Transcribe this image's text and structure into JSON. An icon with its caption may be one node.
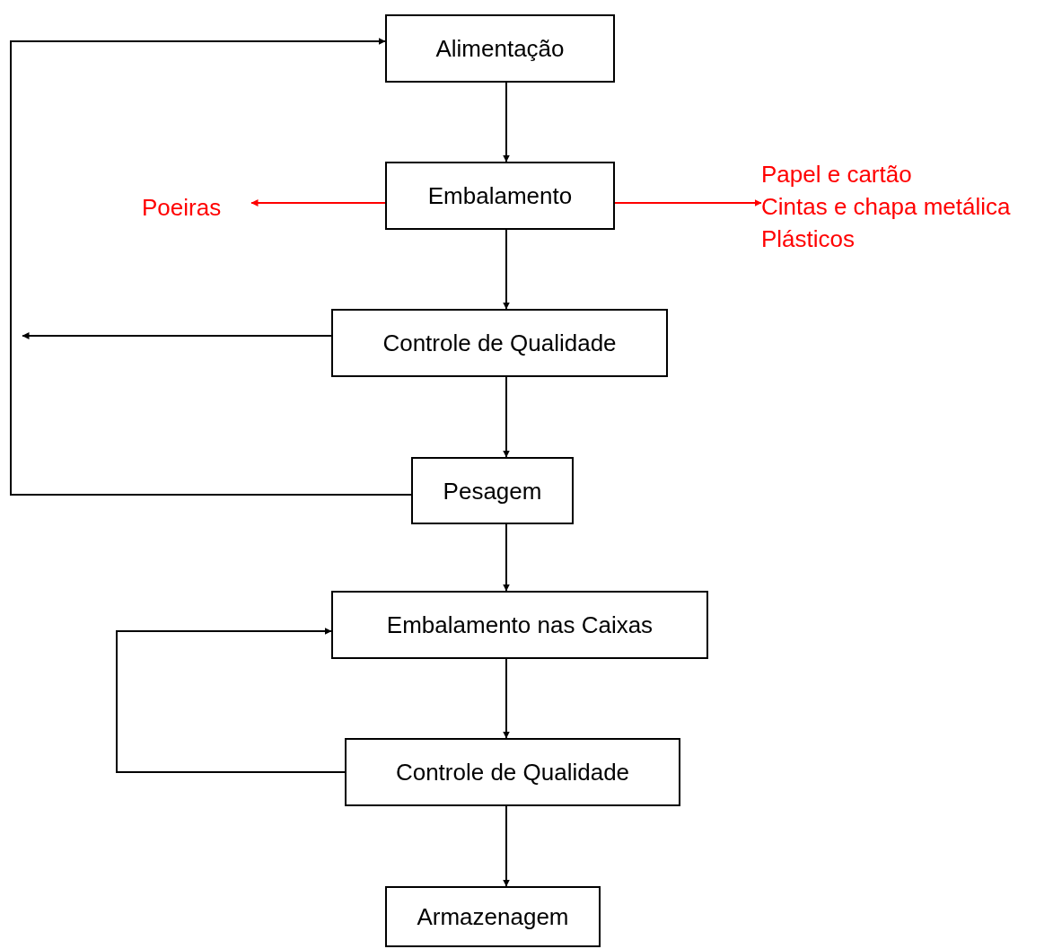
{
  "diagram": {
    "nodes": [
      {
        "text": [
          "Alimentação"
        ]
      },
      {
        "text": [
          "Embalamento"
        ]
      },
      {
        "text": [
          "Poeiras"
        ]
      },
      {
        "text": [
          "Papel e cartão",
          "Cintas e chapa metálica",
          "Plásticos"
        ]
      },
      {
        "text": [
          "Controle de Qualidade"
        ]
      },
      {
        "text": [
          "Pesagem"
        ]
      },
      {
        "text": [
          "Embalamento nas Caixas"
        ]
      },
      {
        "text": [
          "Controle de Qualidade"
        ]
      },
      {
        "text": [
          "Armazenagem"
        ]
      }
    ],
    "edges": [
      {
        "from": 0,
        "to": 1,
        "arrow": "to"
      },
      {
        "from": 1,
        "to": 2,
        "arrow": "to",
        "color": "#ff0000"
      },
      {
        "from": 1,
        "to": 3,
        "arrow": "to",
        "color": "#ff0000"
      },
      {
        "from": 1,
        "to": 4,
        "arrow": "to"
      },
      {
        "from": 4,
        "to": null,
        "arrow": "to"
      },
      {
        "from": 4,
        "to": 5,
        "arrow": "to"
      },
      {
        "from": 5,
        "to": 0,
        "arrow": "to"
      },
      {
        "from": 5,
        "to": 6,
        "arrow": "to"
      },
      {
        "from": 6,
        "to": 7,
        "arrow": "to"
      },
      {
        "from": 7,
        "to": 6,
        "arrow": "to"
      },
      {
        "from": 7,
        "to": 8,
        "arrow": "to"
      }
    ]
  }
}
